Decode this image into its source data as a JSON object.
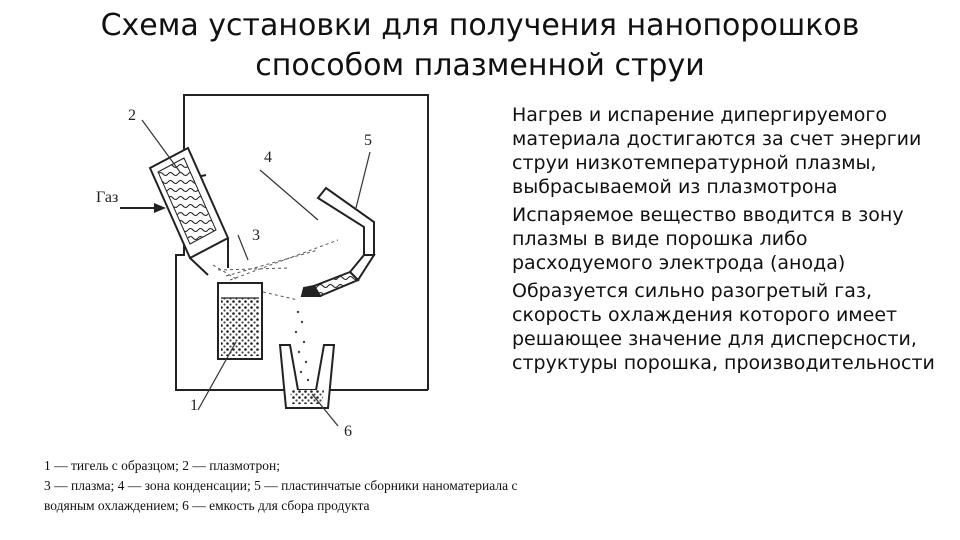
{
  "slide": {
    "title_line1": "Схема установки для получения нанопорошков",
    "title_line2": "способом плазменной струи",
    "points": [
      "Нагрев и испарение дипергируемого материала достигаются за счет энергии струи низкотемпературной плазмы, выбрасываемой из плазмотрона",
      "Испаряемое вещество вводится в зону плазмы в виде порошка либо расходуемого электрода (анода)",
      "Образуется сильно разогретый газ, скорость охлаждения которого имеет решающее значение для дисперсности, структуры порошка, производительности"
    ],
    "caption_lines": [
      "1 — тигель с образцом; 2 — плазмотрон;",
      "3 — плазма; 4 — зона конденсации; 5 — пластинчатые сборники наноматериала с",
      "водяным охлаждением; 6 — емкость для сбора продукта"
    ]
  },
  "diagram": {
    "gas_label": "Газ",
    "labels": [
      "1",
      "2",
      "3",
      "4",
      "5",
      "6"
    ]
  }
}
